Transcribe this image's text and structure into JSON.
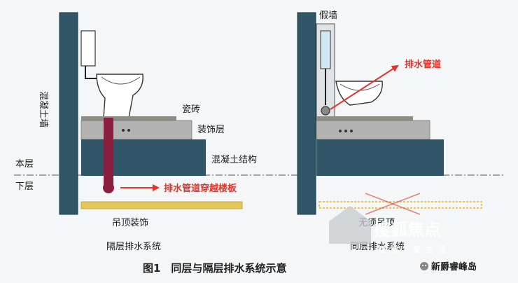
{
  "labels": {
    "concrete_wall": "混凝土墙",
    "tile": "瓷砖",
    "decor_layer": "装饰层",
    "concrete_structure": "混凝土结构",
    "this_floor": "本层",
    "lower_floor": "下层",
    "pipe_through_slab": "排水管道穿越楼板",
    "ceiling_decor": "吊顶装饰",
    "sep_floor_system": "隔层排水系统",
    "false_wall": "假墙",
    "drain_pipe": "排水管道",
    "no_ceiling": "无须吊顶",
    "same_floor_system": "同层排水系统",
    "caption": "图1　同层与隔层排水系统示意"
  },
  "watermark": {
    "brand": "搜狐焦点",
    "slogan": [
      "爱",
      "家",
      "·",
      "爱",
      "生",
      "活"
    ],
    "account": "新爵睿峰岛"
  },
  "colors": {
    "wall": "#2f5567",
    "slab": "#2f5567",
    "decor": "#b3b3b3",
    "tile": "#8d8f86",
    "pipe": "#8a1f3f",
    "ceiling": "#e4c85a",
    "accent_red": "#e0352b"
  }
}
